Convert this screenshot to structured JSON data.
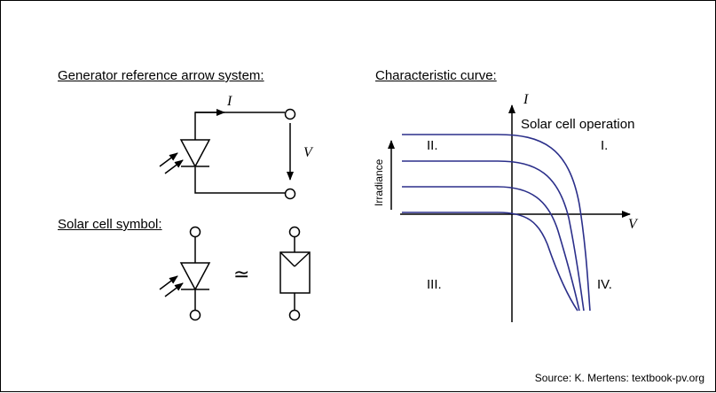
{
  "headings": {
    "generator": "Generator reference arrow system:",
    "characteristic": "Characteristic curve:",
    "symbol": "Solar cell symbol:"
  },
  "generator_labels": {
    "current": "I",
    "voltage": "V"
  },
  "symbol_labels": {
    "equivalence": "≃"
  },
  "chart_labels": {
    "y_axis": "I",
    "x_axis": "V",
    "operation": "Solar cell operation",
    "irradiance": "Irradiance",
    "quadrants": [
      "I.",
      "II.",
      "III.",
      "IV."
    ]
  },
  "source": "Source: K. Mertens: textbook-pv.org",
  "colors": {
    "curve": "#2b2f8a",
    "line": "#000000"
  }
}
